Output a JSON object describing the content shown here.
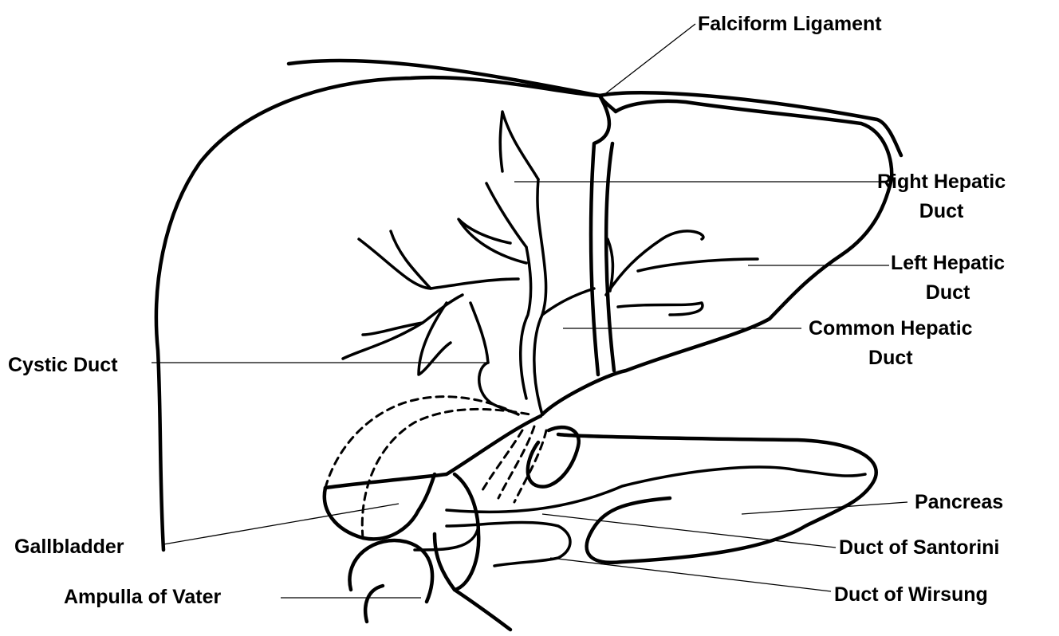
{
  "labels": {
    "falciform_ligament": "Falciform Ligament",
    "right_hepatic_duct": [
      "Right Hepatic",
      "Duct"
    ],
    "left_hepatic_duct": [
      "Left Hepatic",
      "Duct"
    ],
    "common_hepatic_duct": [
      "Common Hepatic",
      "Duct"
    ],
    "cystic_duct": "Cystic Duct",
    "pancreas": "Pancreas",
    "gallbladder": "Gallbladder",
    "duct_of_santorini": "Duct of Santorini",
    "ampulla_of_vater": "Ampulla of Vater",
    "duct_of_wirsung": "Duct of Wirsung"
  }
}
